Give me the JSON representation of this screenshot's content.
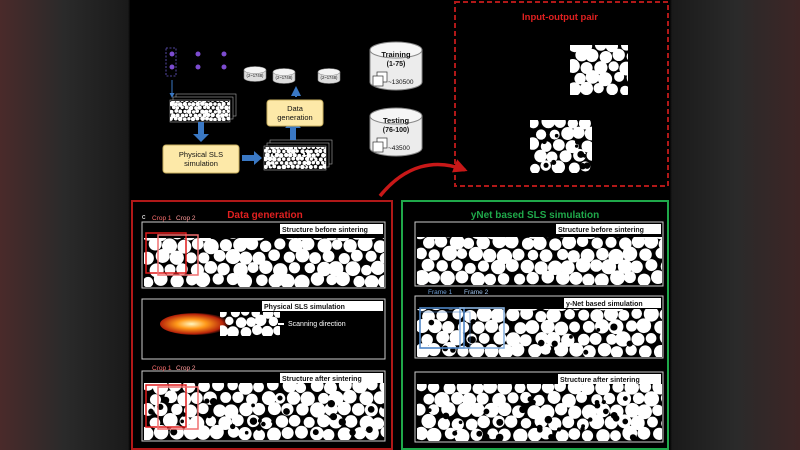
{
  "top": {
    "physical_box": "Physical SLS simulation",
    "data_gen_box": "Data generation",
    "disk_label": "(2~1748)",
    "training_title": "Training",
    "training_range": "(1-75)",
    "training_count": "~130500",
    "testing_title": "Testing",
    "testing_range": "(76-100)",
    "testing_count": "~43500",
    "io_title": "Input-output pair"
  },
  "data_generation": {
    "title": "Data generation",
    "crop1": "Crop 1",
    "crop2": "Crop 2",
    "before": "Structure before sintering",
    "physical": "Physical SLS simulation",
    "scanning": "Scanning direction",
    "after": "Structure after sintering"
  },
  "ynet": {
    "title": "yNet based SLS simulation",
    "before": "Structure before sintering",
    "frame1": "Frame 1",
    "frame2": "Frame 2",
    "simulation": "y-Net based simulation",
    "after": "Structure after sintering"
  },
  "colors": {
    "red_panel": "#b01818",
    "green_panel": "#1fa84a",
    "blue_frame": "#6f9fd6",
    "box_fill": "#fde9a8",
    "arrow_blue": "#3a78c4"
  }
}
